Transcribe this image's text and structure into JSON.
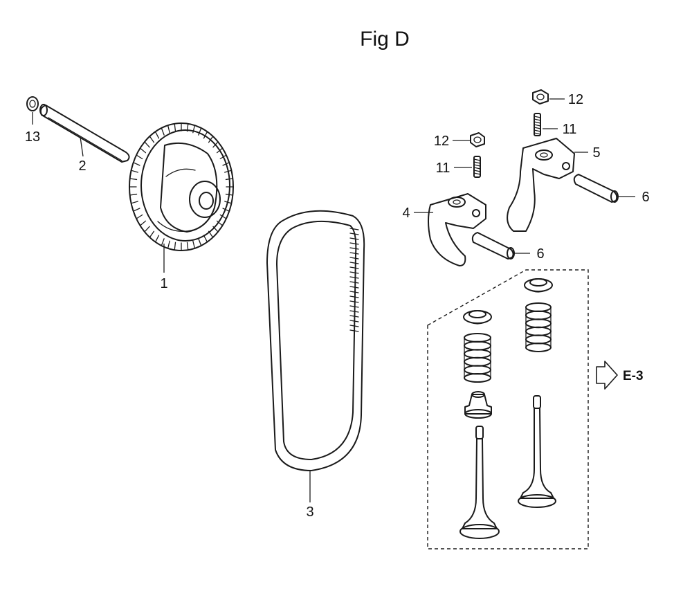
{
  "figure": {
    "title": "Fig D"
  },
  "callouts": [
    {
      "id": "c1",
      "label": "1"
    },
    {
      "id": "c2",
      "label": "2"
    },
    {
      "id": "c3",
      "label": "3"
    },
    {
      "id": "c4",
      "label": "4"
    },
    {
      "id": "c5",
      "label": "5"
    },
    {
      "id": "c6a",
      "label": "6"
    },
    {
      "id": "c6b",
      "label": "6"
    },
    {
      "id": "c11a",
      "label": "11"
    },
    {
      "id": "c11b",
      "label": "11"
    },
    {
      "id": "c12a",
      "label": "12"
    },
    {
      "id": "c12b",
      "label": "12"
    },
    {
      "id": "c13",
      "label": "13"
    }
  ],
  "reference": {
    "label": "E-3"
  }
}
